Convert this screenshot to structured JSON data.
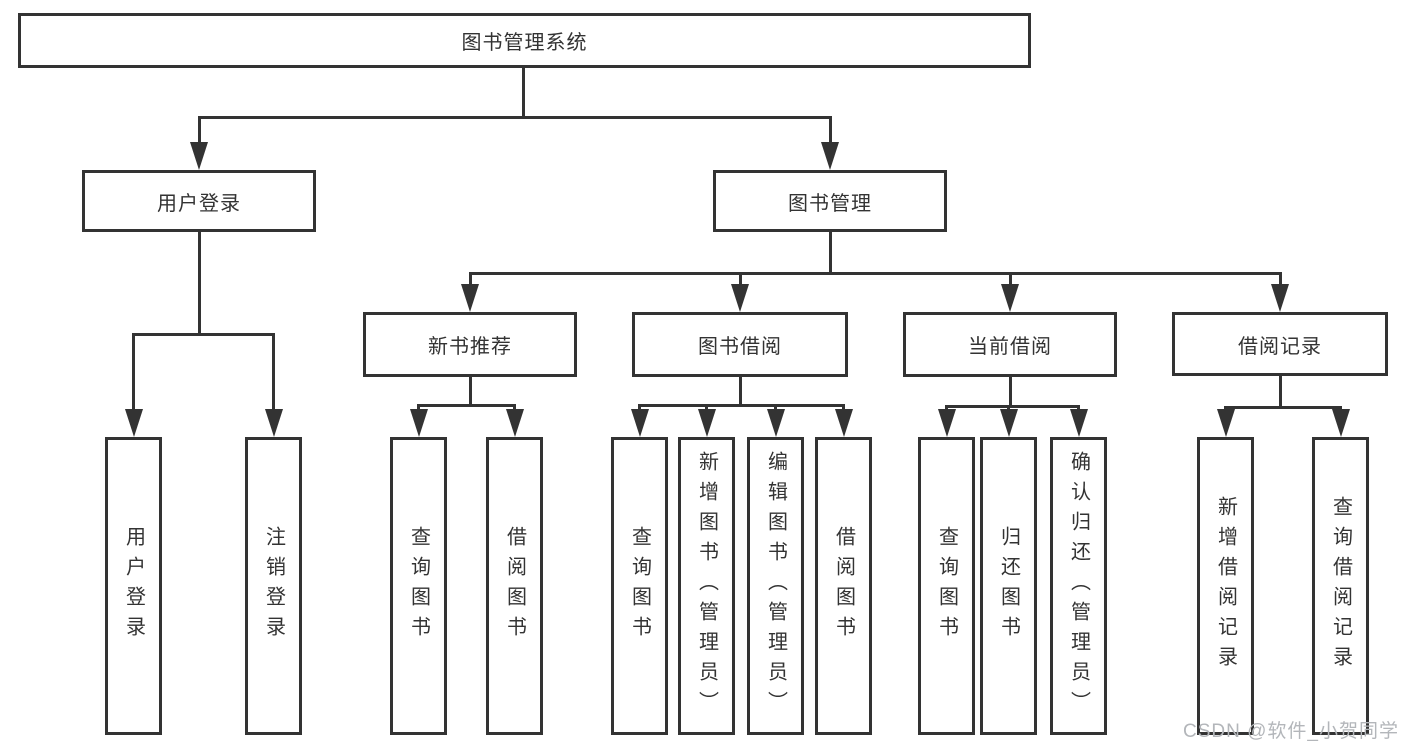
{
  "colors": {
    "line": "#333333",
    "border": "#333333",
    "text": "#333333",
    "background": "#ffffff",
    "watermark": "#b3b6ba"
  },
  "watermark": "CSDN @软件_小贺同学",
  "tree": {
    "root": {
      "label": "图书管理系统"
    },
    "level2": [
      {
        "label": "用户登录"
      },
      {
        "label": "图书管理"
      }
    ],
    "level3": [
      {
        "label": "新书推荐"
      },
      {
        "label": "图书借阅"
      },
      {
        "label": "当前借阅"
      },
      {
        "label": "借阅记录"
      }
    ],
    "leaves": {
      "user_login": [
        {
          "label": "用户登录"
        },
        {
          "label": "注销登录"
        }
      ],
      "new_book": [
        {
          "label": "查询图书"
        },
        {
          "label": "借阅图书"
        }
      ],
      "book_borrow": [
        {
          "label": "查询图书"
        },
        {
          "label": "新增图书（管理员）"
        },
        {
          "label": "编辑图书（管理员）"
        },
        {
          "label": "借阅图书"
        }
      ],
      "current_borrow": [
        {
          "label": "查询图书"
        },
        {
          "label": "归还图书"
        },
        {
          "label": "确认归还（管理员）"
        }
      ],
      "borrow_records": [
        {
          "label": "新增借阅记录"
        },
        {
          "label": "查询借阅记录"
        }
      ]
    }
  }
}
